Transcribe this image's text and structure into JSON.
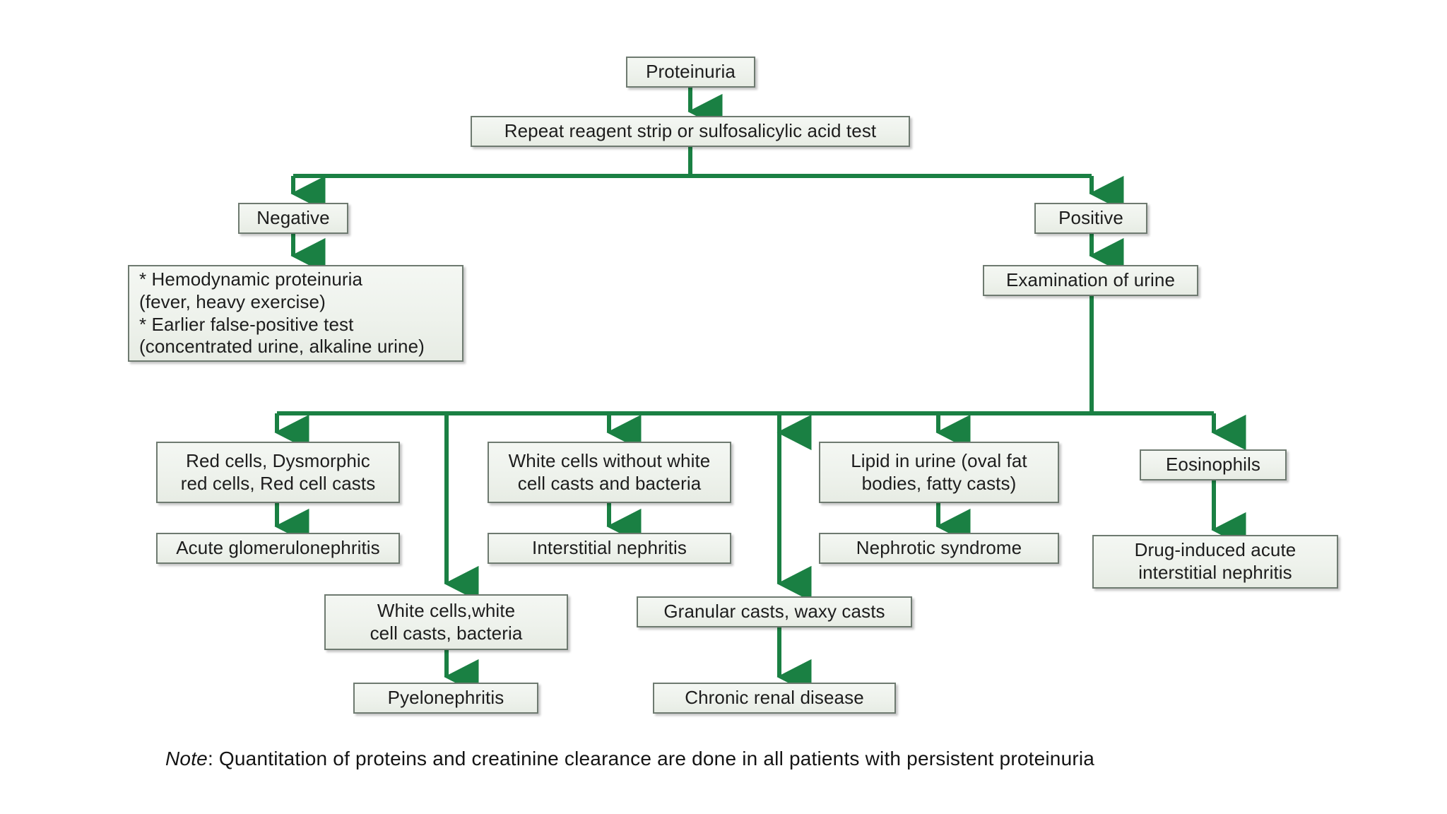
{
  "diagram": {
    "title_node": "Proteinuria",
    "accent_color": "#1a8043",
    "box_border_color": "#6e7a70",
    "box_fill_color": "#eef2ec",
    "nodes": [
      {
        "id": "proteinuria",
        "label": "Proteinuria"
      },
      {
        "id": "repeat-test",
        "label": "Repeat reagent strip or sulfosalicylic acid test"
      },
      {
        "id": "negative",
        "label": "Negative"
      },
      {
        "id": "positive",
        "label": "Positive"
      },
      {
        "id": "hemodynamic",
        "label": "* Hemodynamic proteinuria\n  (fever, heavy exercise)\n* Earlier false-positive test\n(concentrated urine, alkaline urine)"
      },
      {
        "id": "exam-urine",
        "label": "Examination of urine"
      },
      {
        "id": "red-cells",
        "label": "Red cells, Dysmorphic\nred cells, Red cell casts"
      },
      {
        "id": "white-cells-no-casts",
        "label": "White cells without white\ncell casts and bacteria"
      },
      {
        "id": "lipid-urine",
        "label": "Lipid in urine (oval fat\nbodies, fatty casts)"
      },
      {
        "id": "eosinophils",
        "label": "Eosinophils"
      },
      {
        "id": "acute-gn",
        "label": "Acute glomerulonephritis"
      },
      {
        "id": "interstitial-nephritis",
        "label": "Interstitial nephritis"
      },
      {
        "id": "nephrotic",
        "label": "Nephrotic syndrome"
      },
      {
        "id": "drug-induced",
        "label": "Drug-induced acute\ninterstitial nephritis"
      },
      {
        "id": "white-cells-casts",
        "label": "White cells,white\ncell casts, bacteria"
      },
      {
        "id": "granular-casts",
        "label": "Granular casts, waxy casts"
      },
      {
        "id": "pyelonephritis",
        "label": "Pyelonephritis"
      },
      {
        "id": "chronic-renal",
        "label": "Chronic renal disease"
      }
    ]
  },
  "note": {
    "emphasis": "Note",
    "separator": ": ",
    "text": "Quantitation of proteins and creatinine clearance are done in all patients with persistent proteinuria"
  }
}
